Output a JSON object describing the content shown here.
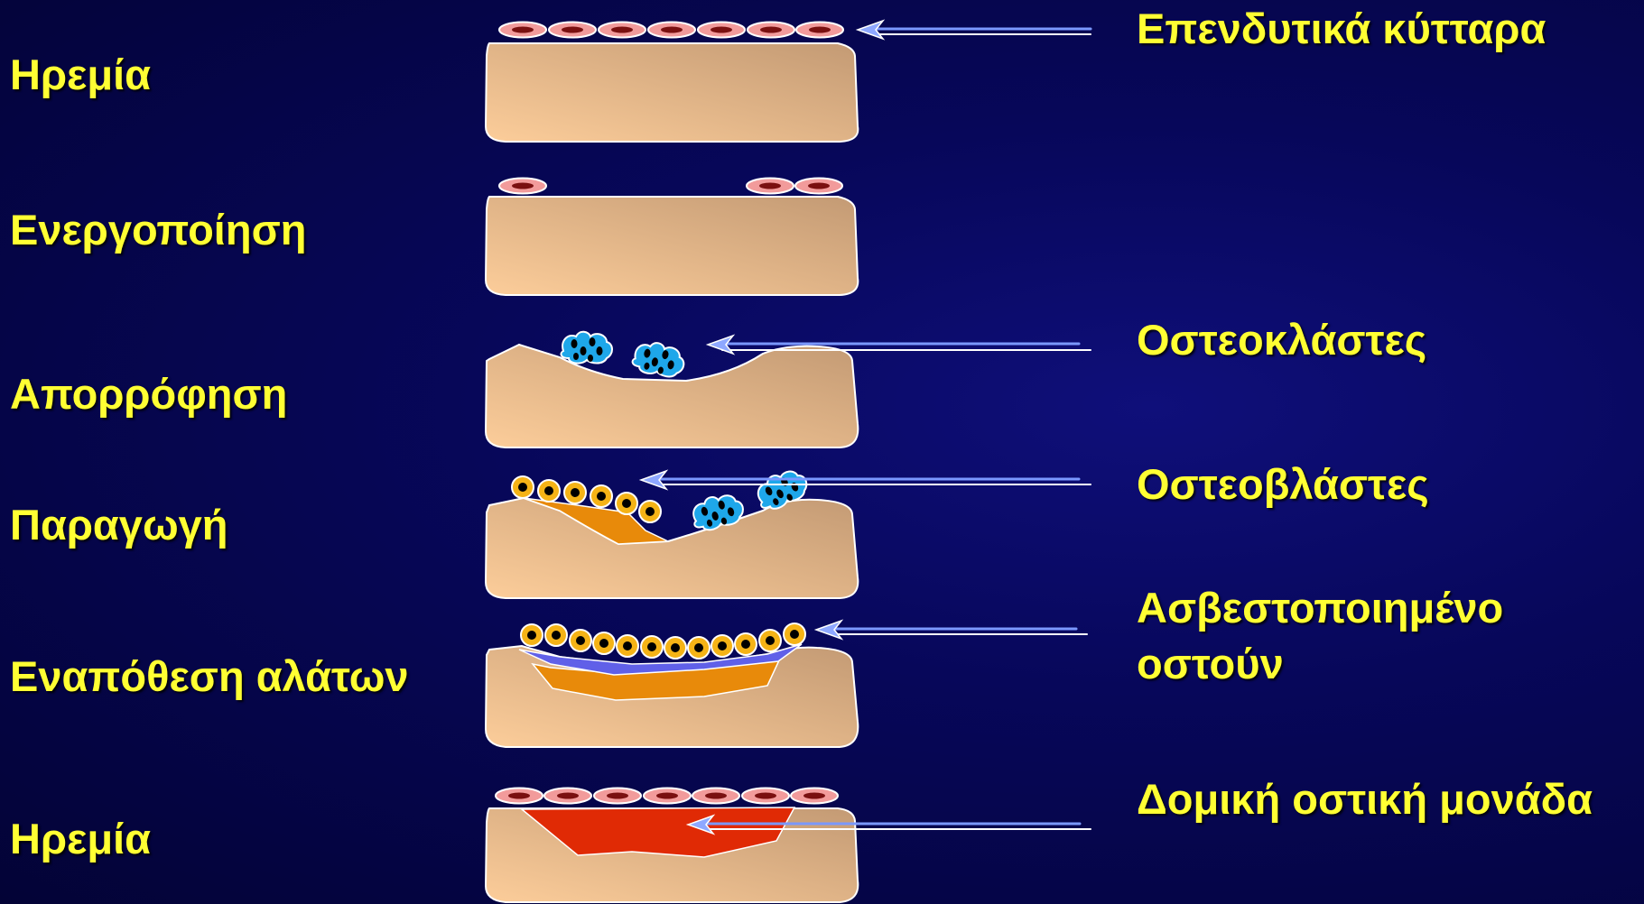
{
  "stages": [
    {
      "label": "Ηρεμία"
    },
    {
      "label": "Ενεργοποίηση"
    },
    {
      "label": "Απορρόφηση"
    },
    {
      "label": "Παραγωγή"
    },
    {
      "label": "Εναπόθεση αλάτων"
    },
    {
      "label": "Ηρεμία"
    }
  ],
  "annotations": {
    "lining_cells": "Επενδυτικά κύτταρα",
    "osteoclasts": "Οστεοκλάστες",
    "osteoblasts": "Οστεοβλάστες",
    "calcified_bone_line1": "Ασβεστοποιημένο",
    "calcified_bone_line2": "οστούν",
    "bone_structural_unit": "Δομική οστική μονάδα"
  },
  "colors": {
    "background": "#07075a",
    "label_text": "#ffff33",
    "bone": "#f4c393",
    "lining_cell": "#f08f8f",
    "osteoclast": "#1ea7ea",
    "osteoblast": "#f5b316",
    "osteoid": "#e88a0a",
    "calcified_layer": "#6060e8",
    "new_bone": "#e02a05",
    "arrow": "#6f8fff"
  }
}
